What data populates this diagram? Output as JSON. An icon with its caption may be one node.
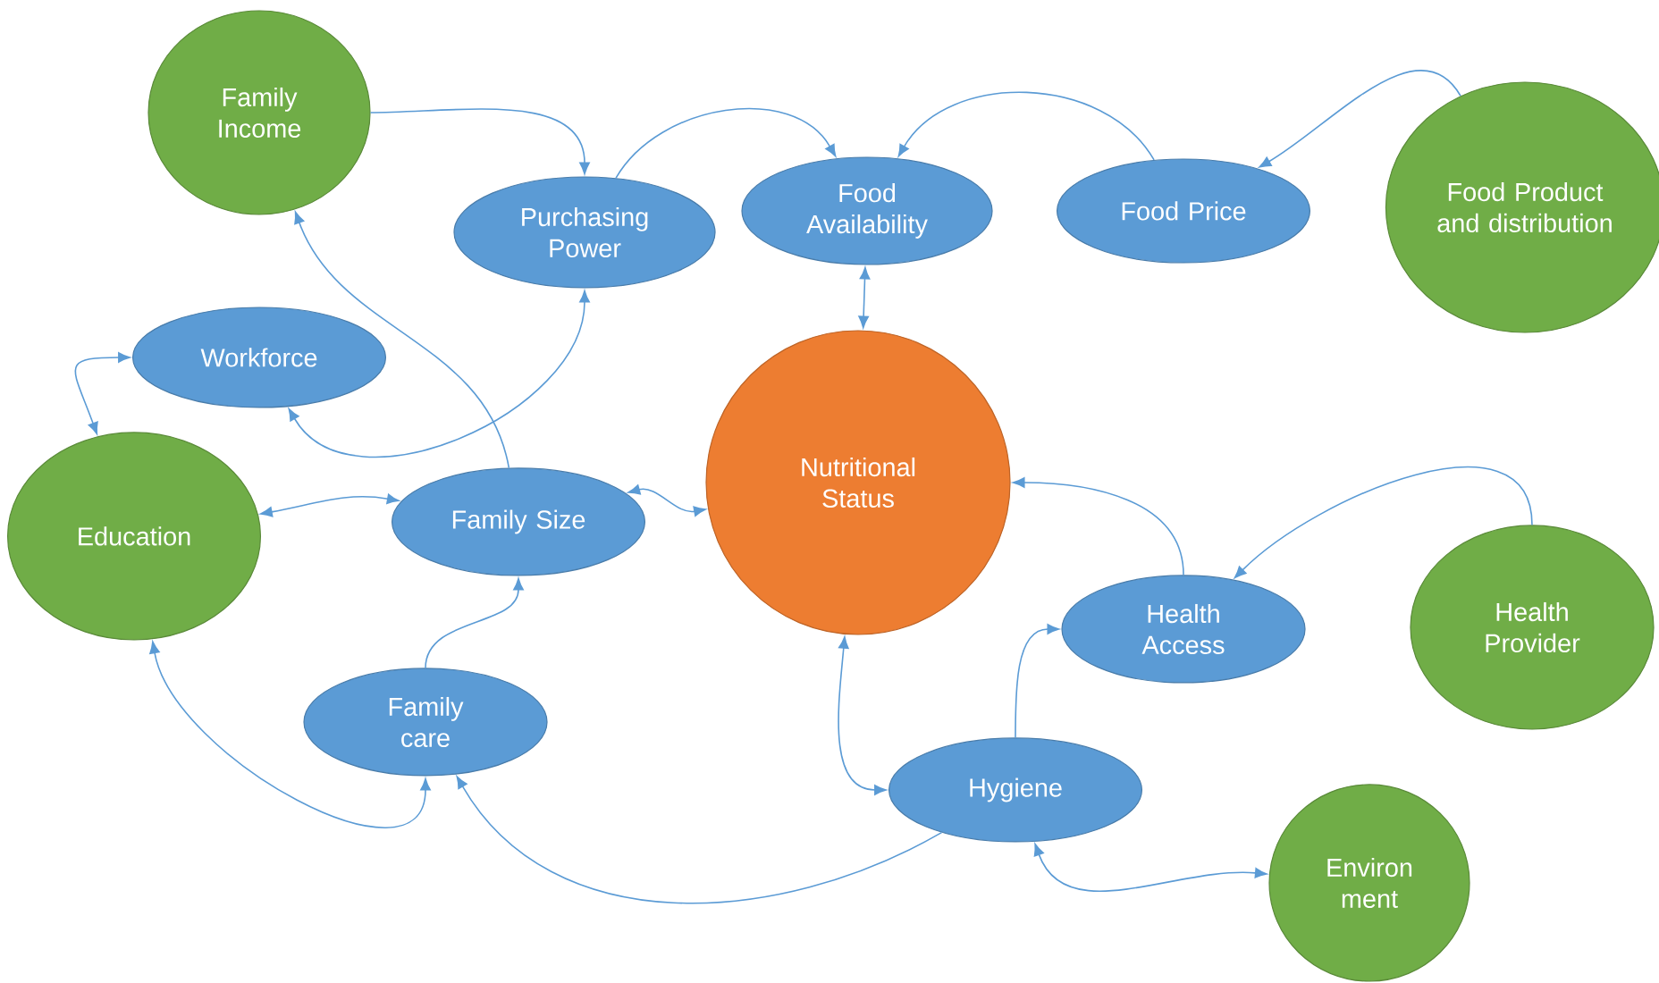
{
  "diagram": {
    "nodes": [
      {
        "text": [
          "Family Income"
        ]
      },
      {
        "text": [
          "Purchasing Power"
        ]
      },
      {
        "text": [
          "Food Availability"
        ]
      },
      {
        "text": [
          "Food Price"
        ]
      },
      {
        "text": [
          "Food Product and distribution"
        ]
      },
      {
        "text": [
          "Workforce"
        ]
      },
      {
        "text": [
          "Nutritional Status"
        ]
      },
      {
        "text": [
          "Education"
        ]
      },
      {
        "text": [
          "Family Size"
        ]
      },
      {
        "text": [
          "Health Access"
        ]
      },
      {
        "text": [
          "Health Provider"
        ]
      },
      {
        "text": [
          "Family care"
        ]
      },
      {
        "text": [
          "Hygiene"
        ]
      },
      {
        "text": [
          "Environ ment"
        ]
      }
    ],
    "edges": [
      {
        "from": 0,
        "to": 1,
        "arrow": "to"
      },
      {
        "from": 1,
        "to": 2,
        "arrow": "to"
      },
      {
        "from": 3,
        "to": 2,
        "arrow": "to"
      },
      {
        "from": 4,
        "to": 3,
        "arrow": "to"
      },
      {
        "from": 2,
        "to": 6,
        "arrow": "both"
      },
      {
        "from": 8,
        "to": 0,
        "arrow": "to"
      },
      {
        "from": 5,
        "to": 1,
        "arrow": "both"
      },
      {
        "from": 5,
        "to": 7,
        "arrow": "both"
      },
      {
        "from": 7,
        "to": 8,
        "arrow": "both"
      },
      {
        "from": 8,
        "to": 6,
        "arrow": "both"
      },
      {
        "from": 11,
        "to": 8,
        "arrow": "to"
      },
      {
        "from": 7,
        "to": 11,
        "arrow": "both"
      },
      {
        "from": 12,
        "to": 11,
        "arrow": "to"
      },
      {
        "from": 6,
        "to": 12,
        "arrow": "both"
      },
      {
        "from": 12,
        "to": 9,
        "arrow": "to"
      },
      {
        "from": 9,
        "to": 6,
        "arrow": "to"
      },
      {
        "from": 10,
        "to": 9,
        "arrow": "to"
      },
      {
        "from": 12,
        "to": 13,
        "arrow": "both"
      }
    ]
  }
}
